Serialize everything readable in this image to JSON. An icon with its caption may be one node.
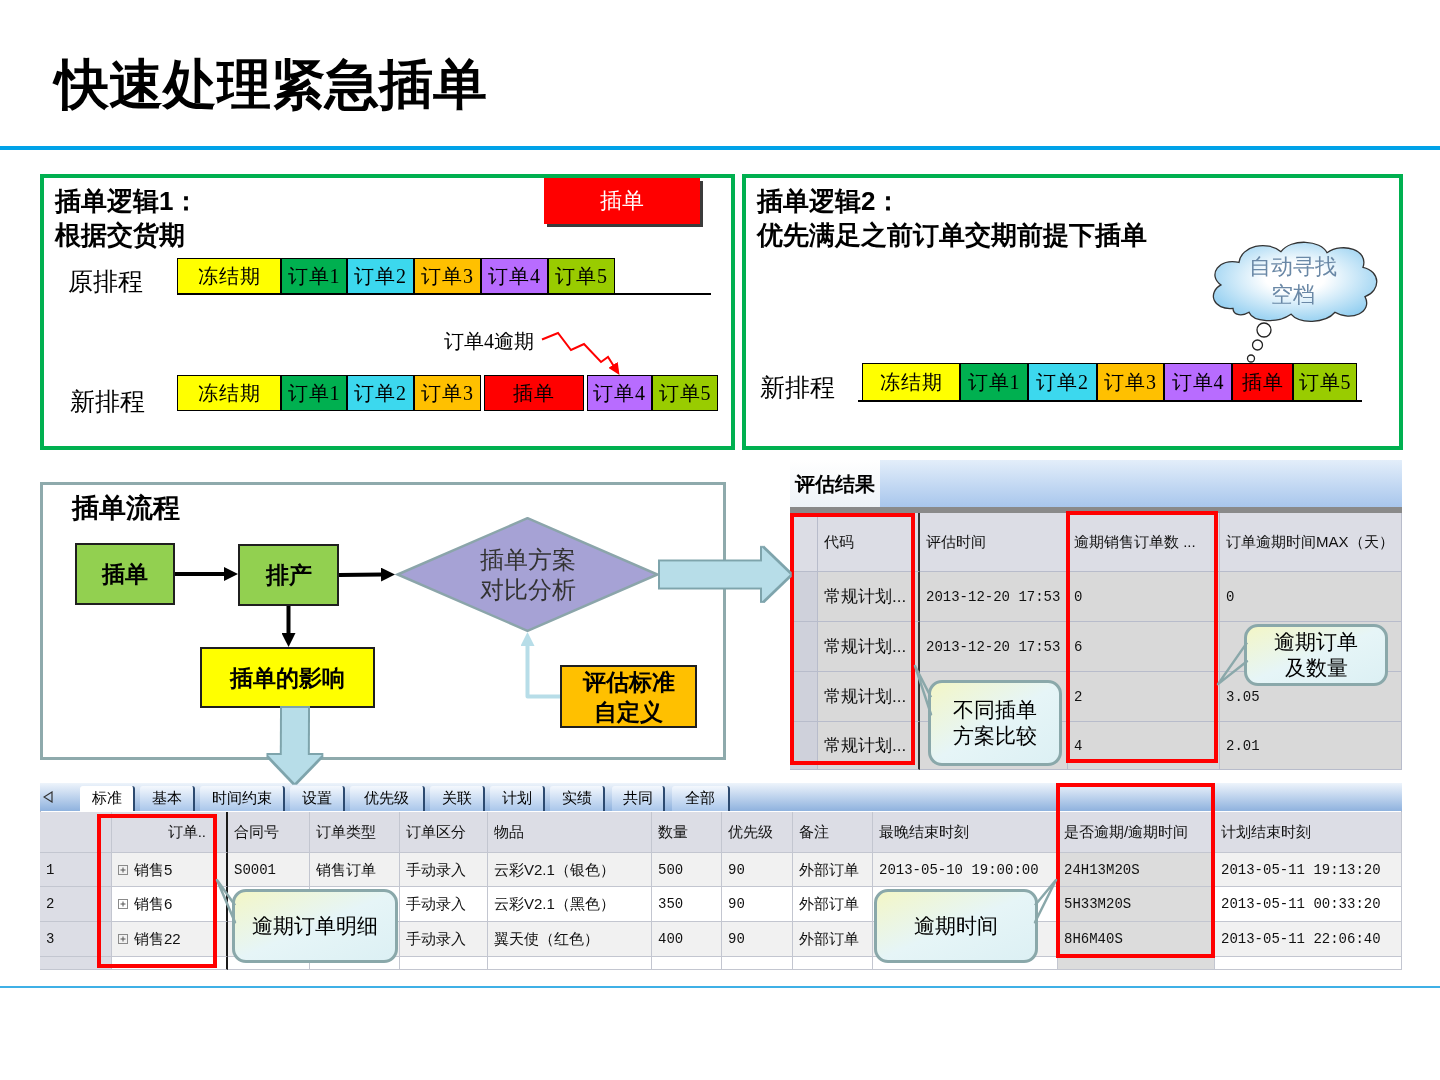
{
  "diagram": {
    "title": "快速处理紧急插单",
    "nodes": [
      {
        "text": [
          "插单逻辑1：",
          "根据交货期"
        ]
      },
      {
        "text": [
          "插单"
        ],
        "in": 0
      },
      {
        "text": [
          "冻结期"
        ],
        "in": 0
      },
      {
        "text": [
          "订单1"
        ],
        "in": 0
      },
      {
        "text": [
          "订单2"
        ],
        "in": 0
      },
      {
        "text": [
          "订单3"
        ],
        "in": 0
      },
      {
        "text": [
          "订单4"
        ],
        "in": 0
      },
      {
        "text": [
          "订单5"
        ],
        "in": 0
      },
      {
        "text": [
          "订单4逾期"
        ],
        "in": 0
      },
      {
        "text": [
          "冻结期"
        ],
        "in": 0
      },
      {
        "text": [
          "订单1"
        ],
        "in": 0
      },
      {
        "text": [
          "订单2"
        ],
        "in": 0
      },
      {
        "text": [
          "订单3"
        ],
        "in": 0
      },
      {
        "text": [
          "插单"
        ],
        "in": 0
      },
      {
        "text": [
          "订单4"
        ],
        "in": 0
      },
      {
        "text": [
          "订单5"
        ],
        "in": 0
      },
      {
        "text": [
          "插单逻辑2：",
          "优先满足之前订单交期前提下插单"
        ]
      },
      {
        "text": [
          "自动寻找空档"
        ],
        "in": 16
      },
      {
        "text": [
          "冻结期"
        ],
        "in": 16
      },
      {
        "text": [
          "订单1"
        ],
        "in": 16
      },
      {
        "text": [
          "订单2"
        ],
        "in": 16
      },
      {
        "text": [
          "订单3"
        ],
        "in": 16
      },
      {
        "text": [
          "订单4"
        ],
        "in": 16
      },
      {
        "text": [
          "插单"
        ],
        "in": 16
      },
      {
        "text": [
          "订单5"
        ],
        "in": 16
      },
      {
        "text": [
          "插单流程"
        ]
      },
      {
        "text": [
          "插单"
        ],
        "in": 25
      },
      {
        "text": [
          "排产"
        ],
        "in": 25
      },
      {
        "text": [
          "插单方案对比分析"
        ],
        "in": 25
      },
      {
        "text": [
          "插单的影响"
        ],
        "in": 25
      },
      {
        "text": [
          "评估标准自定义"
        ],
        "in": 25
      },
      {
        "text": [
          "评估结果"
        ]
      },
      {
        "text": [],
        "shape": "box",
        "in": 31
      },
      {
        "text": [],
        "shape": "box",
        "in": 31
      },
      {
        "text": [
          "不同插单方案比较"
        ],
        "in": 31
      },
      {
        "text": [
          "逾期订单及数量"
        ],
        "in": 31
      },
      {
        "text": [],
        "shape": "box"
      },
      {
        "text": [],
        "shape": "box",
        "in": 36
      },
      {
        "text": [],
        "shape": "box",
        "in": 36
      },
      {
        "text": [
          "逾期订单明细"
        ],
        "in": 36
      },
      {
        "text": [
          "逾期时间"
        ],
        "in": 36
      }
    ],
    "edges": [
      {
        "from": 8,
        "to": 14,
        "arrow": "to",
        "color": "#ff0000"
      },
      {
        "from": 26,
        "to": 27,
        "arrow": "to",
        "color": "#000000"
      },
      {
        "from": 27,
        "to": 28,
        "arrow": "to",
        "color": "#000000"
      },
      {
        "from": 27,
        "to": 29,
        "arrow": "to",
        "color": "#000000"
      },
      {
        "from": 30,
        "to": 28,
        "arrow": "to",
        "color": "#b7dde8"
      },
      {
        "from": 28,
        "to": 31,
        "arrow": "to",
        "style": "thick",
        "color": "#b7dde8"
      },
      {
        "from": 29,
        "to": 36,
        "arrow": "to",
        "style": "thick",
        "color": "#b7dde8"
      },
      {
        "from": 34,
        "to": 32,
        "arrow": "none",
        "color": "#8aa8aa"
      },
      {
        "from": 35,
        "to": 33,
        "arrow": "none",
        "color": "#8aa8aa"
      },
      {
        "from": 39,
        "to": 37,
        "arrow": "none",
        "color": "#8aa8aa"
      },
      {
        "from": 40,
        "to": 38,
        "arrow": "none",
        "color": "#8aa8aa"
      }
    ],
    "labels": [
      "原排程",
      "新排程",
      "新排程",
      "代码",
      "评估时间",
      "逾期销售订单数 ...",
      "订单逾期时间MAX（天）",
      "常规计划...",
      "2013-12-20 17:53",
      "0",
      "0",
      "常规计划...",
      "2013-12-20 17:53",
      "6",
      "常规计划...",
      "2",
      "3.05",
      "常规计划...",
      "4",
      "2.01",
      "标准",
      "基本",
      "时间约束",
      "设置",
      "优先级",
      "关联",
      "计划",
      "实绩",
      "共同",
      "全部",
      "订单..",
      "合同号",
      "订单类型",
      "订单区分",
      "物品",
      "数量",
      "优先级",
      "备注",
      "最晚结束时刻",
      "是否逾期/逾期时间",
      "计划结束时刻",
      "1",
      "销售5",
      "S0001",
      "销售订单",
      "手动录入",
      "云彩V2.1（银色）",
      "500",
      "90",
      "外部订单",
      "2013-05-10 19:00:00",
      "24H13M20S",
      "2013-05-11 19:13:20",
      "2",
      "销售6",
      "手动录入",
      "云彩V2.1（黑色）",
      "350",
      "90",
      "外部订单",
      "5H33M20S",
      "2013-05-11 00:33:20",
      "3",
      "销售22",
      "手动录入",
      "翼天使（红色）",
      "400",
      "90",
      "外部订单",
      "8H6M40S",
      "2013-05-11 22:06:40"
    ]
  }
}
